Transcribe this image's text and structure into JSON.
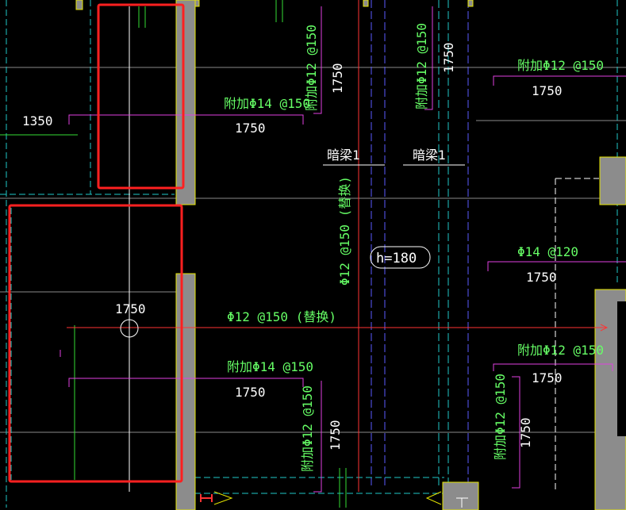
{
  "colors": {
    "background": "#000000",
    "wall_fill": "#8c8c8c",
    "wall_edge": "#e6e600",
    "rebar_label": "#66ff66",
    "dimension_text": "#ffffff",
    "rebar_line": "#e040e0",
    "axis_line": "#ff3333",
    "grid_line": "#8a8a8a",
    "dash_cyan": "#20c8c8",
    "dash_blue": "#5a5aff",
    "highlight_box": "#ff2020"
  },
  "annotations": {
    "top_left_span": "1350",
    "left_upper_rebar": "附加Φ14 @150",
    "left_upper_length": "1750",
    "left_lower_rebar": "附加Φ14 @150",
    "left_lower_length": "1750",
    "center_lower_dim": "1750",
    "main_horizontal_rebar": "Φ12 @150 (替换)",
    "main_vertical_rebar": "Φ12 @150 (替换)",
    "slab_thickness": "h=180",
    "beam_1": "暗梁1",
    "beam_2": "暗梁1",
    "top_vertical_rebar_1": "附加Φ12 @150",
    "top_vertical_length_1": "1750",
    "top_vertical_rebar_2": "附加Φ12 @150",
    "top_vertical_length_2": "1750",
    "right_top_rebar": "附加Φ12 @150",
    "right_top_length": "1750",
    "right_mid_rebar": "Φ14 @120",
    "right_mid_length": "1750",
    "right_lower_rebar": "附加Φ12 @150",
    "right_lower_length": "1750",
    "bottom_vertical_rebar_1": "附加Φ12 @150",
    "bottom_vertical_length_1": "1750",
    "bottom_vertical_rebar_2": "附加Φ12 @150",
    "bottom_vertical_length_2": "1750"
  }
}
